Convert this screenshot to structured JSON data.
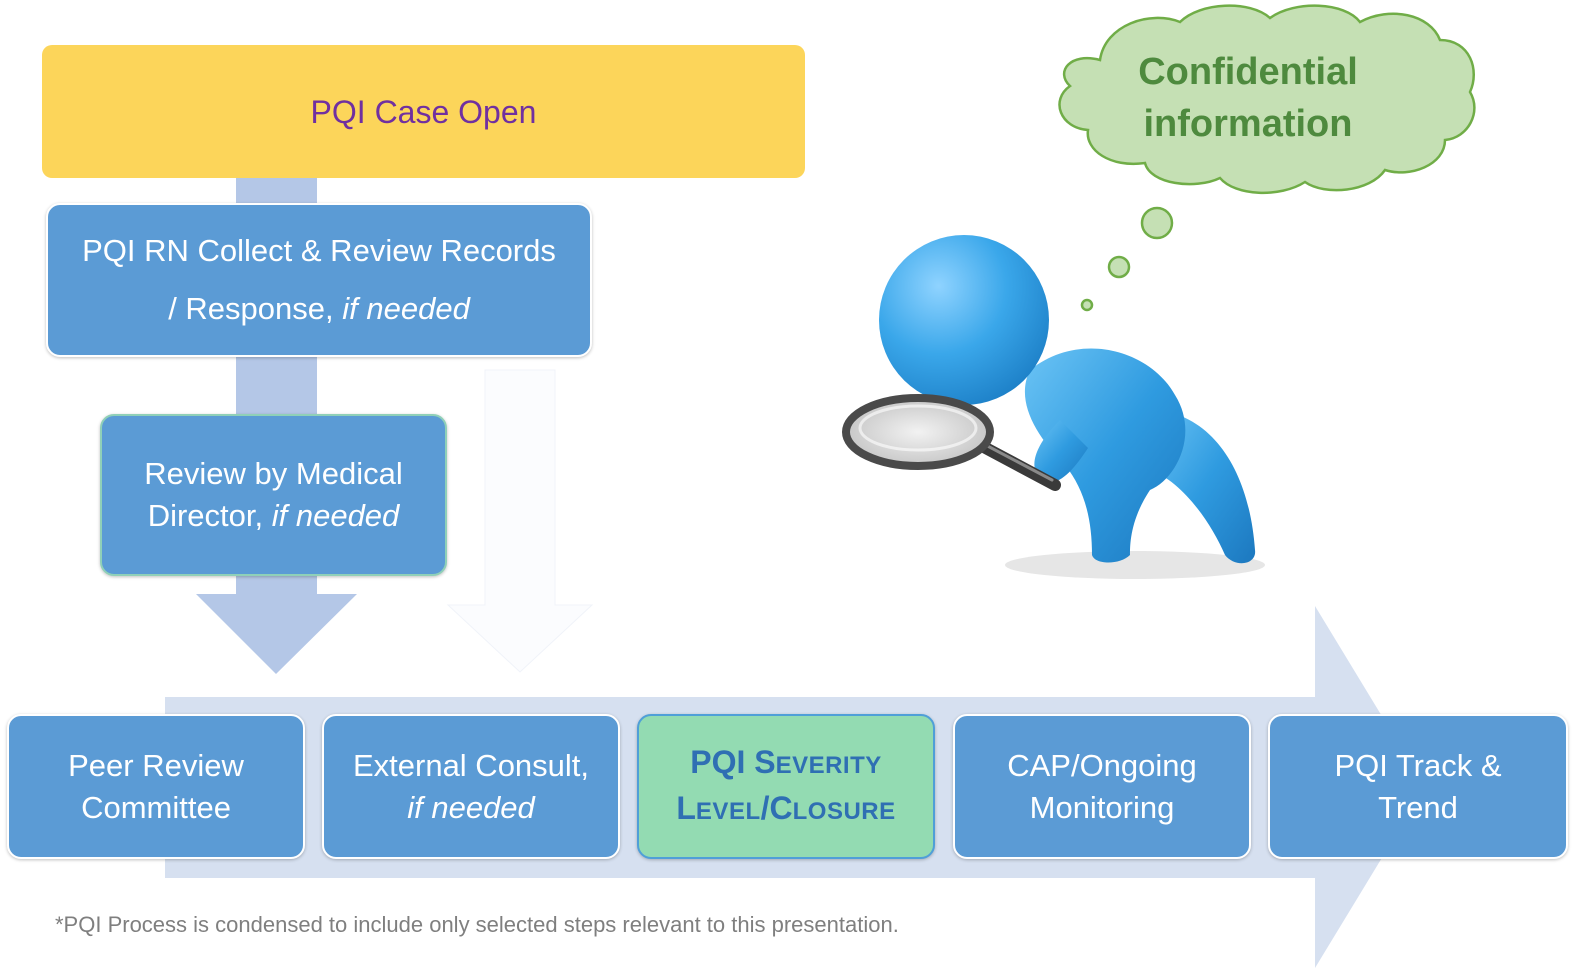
{
  "process": {
    "case_open": "PQI Case Open",
    "rn_collect_line1": "PQI RN Collect & Review Records",
    "rn_collect_line2_plain": "/ Response,",
    "rn_collect_line2_italic": "if needed",
    "medical_director_line1": "Review by Medical",
    "medical_director_line2_plain": "Director,",
    "medical_director_line2_italic": "if needed"
  },
  "steps": {
    "peer_review_line1": "Peer Review",
    "peer_review_line2": "Committee",
    "external_consult_line1": "External Consult,",
    "external_consult_line2_italic": "if needed",
    "severity_l1_cap": "PQI S",
    "severity_l1_small": "EVERITY",
    "severity_l2_cap1": "L",
    "severity_l2_small1": "EVEL",
    "severity_l2_cap2": "/C",
    "severity_l2_small2": "LOSURE",
    "cap_line1": "CAP/Ongoing",
    "cap_line2": "Monitoring",
    "track_line1": "PQI Track &",
    "track_line2": "Trend"
  },
  "thought": {
    "line1": "Confidential",
    "line2": "information"
  },
  "footnote": "*PQI Process is condensed to include only selected steps relevant to this presentation.",
  "icons": {
    "figure": "magnifying-glass-person-icon",
    "cloud": "thought-cloud-icon"
  },
  "colors": {
    "case_open_fill": "#fcd55a",
    "case_open_text": "#7030a0",
    "step_fill": "#5b9bd5",
    "highlight_fill": "#93dbb2",
    "highlight_text": "#2f6fb3",
    "arrow_fill": "#b4c7e7",
    "cloud_fill": "#c5e0b4",
    "cloud_stroke": "#70ad47",
    "cloud_text": "#4e8a3e"
  }
}
